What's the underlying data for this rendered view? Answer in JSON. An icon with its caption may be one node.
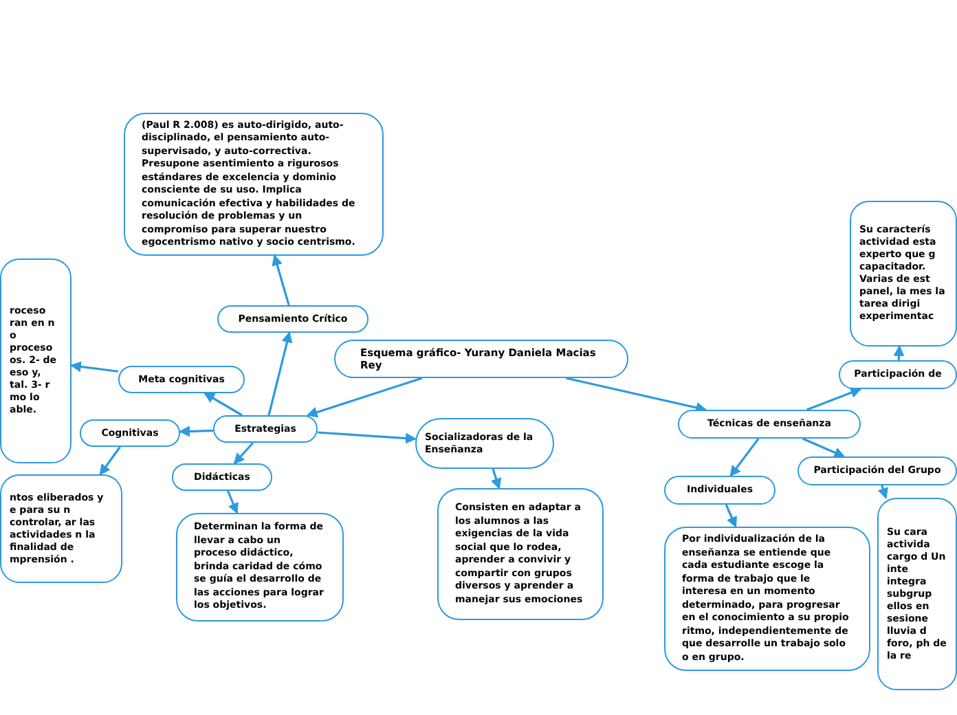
{
  "diagram": {
    "nodes": [
      {
        "text": [
          "Esquema gráfico- Yurany Daniela Macias Rey"
        ]
      },
      {
        "text": [
          "Estrategias"
        ]
      },
      {
        "text": [
          "Pensamiento Crítico"
        ]
      },
      {
        "text": [
          "(Paul R 2.008) es auto-dirigido, auto-disciplinado, el pensamiento auto-supervisado, y auto-correctiva. Presupone asentimiento a rigurosos estándares de excelencia y dominio consciente de su uso. Implica comunicación efectiva y habilidades de resolución de problemas y un compromiso para superar nuestro egocentrismo nativo y socio centrismo."
        ]
      },
      {
        "text": [
          "Meta cognitivas"
        ]
      },
      {
        "text": [
          "roceso ran en n o proceso os. 2- de eso y, tal. 3- r mo lo able."
        ]
      },
      {
        "text": [
          "Cognitivas"
        ]
      },
      {
        "text": [
          "ntos eliberados y e para su n controlar, ar las actividades n la finalidad de mprensión ."
        ]
      },
      {
        "text": [
          "Didácticas"
        ]
      },
      {
        "text": [
          "Determinan la forma de llevar a cabo un proceso didáctico, brinda caridad de cómo se guía el desarrollo de las acciones para lograr los objetivos."
        ]
      },
      {
        "text": [
          "Socializadoras de la Enseñanza"
        ]
      },
      {
        "text": [
          "Consisten en adaptar a los alumnos a las exigencias de la vida social que lo rodea, aprender a convivir y compartir con grupos diversos y aprender a manejar sus emociones"
        ]
      },
      {
        "text": [
          "Técnicas de enseñanza"
        ]
      },
      {
        "text": [
          "Individuales"
        ]
      },
      {
        "text": [
          "Por individualización de la enseñanza se entiende que cada estudiante escoge la forma de trabajo que le interesa en un momento determinado, para progresar en el conocimiento a su propio ritmo, independientemente de que desarrolle un trabajo solo o en grupo."
        ]
      },
      {
        "text": [
          "Participación de"
        ]
      },
      {
        "text": [
          "Su caracterís actividad esta experto que g capacitador. Varias de est panel, la mes la tarea dirigi experimentac"
        ]
      },
      {
        "text": [
          "Participación del Grupo"
        ]
      },
      {
        "text": [
          "Su cara activida cargo d Un inte integra subgrup ellos en sesione lluvia d foro, ph de la re"
        ]
      }
    ],
    "edges": [
      {
        "from": 0,
        "to": 1,
        "arrow": "to"
      },
      {
        "from": 0,
        "to": 12,
        "arrow": "to"
      },
      {
        "from": 1,
        "to": 2,
        "arrow": "to"
      },
      {
        "from": 2,
        "to": 3,
        "arrow": "to"
      },
      {
        "from": 1,
        "to": 4,
        "arrow": "to"
      },
      {
        "from": 4,
        "to": 5,
        "arrow": "to"
      },
      {
        "from": 1,
        "to": 6,
        "arrow": "to"
      },
      {
        "from": 6,
        "to": 7,
        "arrow": "to"
      },
      {
        "from": 1,
        "to": 8,
        "arrow": "to"
      },
      {
        "from": 8,
        "to": 9,
        "arrow": "to"
      },
      {
        "from": 1,
        "to": 10,
        "arrow": "to"
      },
      {
        "from": 10,
        "to": 11,
        "arrow": "to"
      },
      {
        "from": 12,
        "to": 15,
        "arrow": "to"
      },
      {
        "from": 12,
        "to": 17,
        "arrow": "to"
      },
      {
        "from": 12,
        "to": 13,
        "arrow": "to"
      },
      {
        "from": 13,
        "to": 14,
        "arrow": "to"
      },
      {
        "from": 15,
        "to": 16,
        "arrow": "to"
      },
      {
        "from": 17,
        "to": 18,
        "arrow": "to"
      }
    ]
  }
}
